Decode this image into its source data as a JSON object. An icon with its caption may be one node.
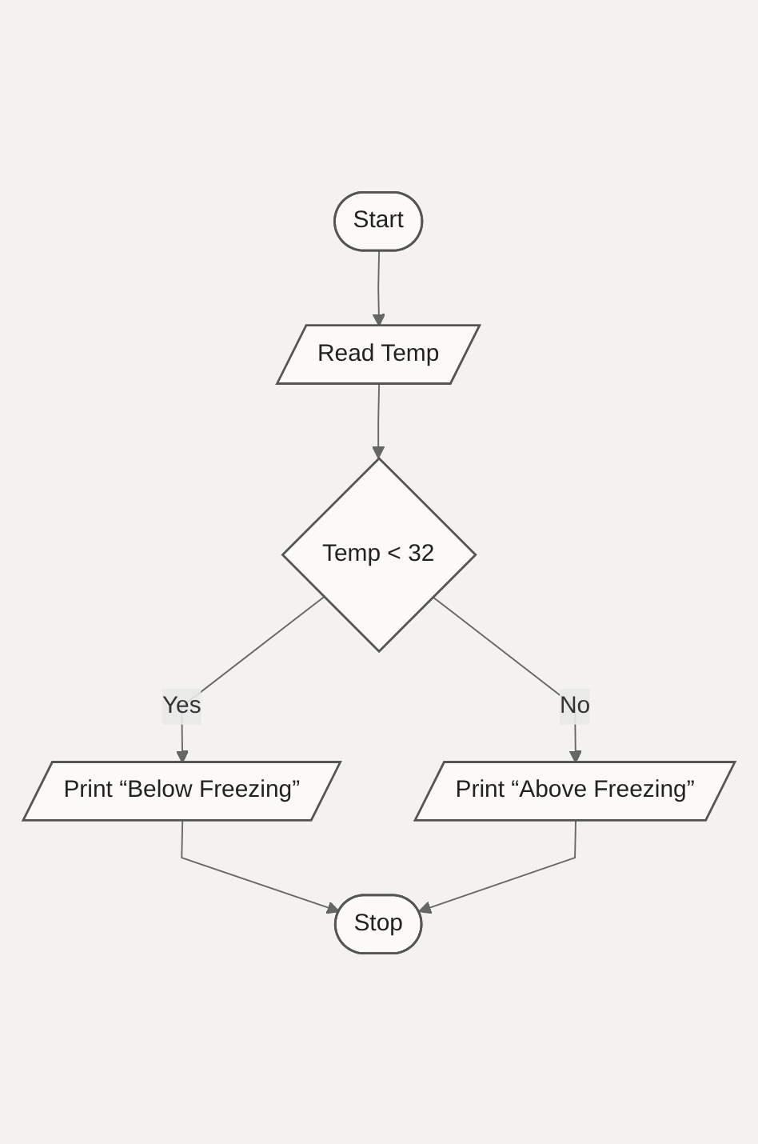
{
  "diagram": {
    "nodes": [
      {
        "text": [
          "Start"
        ]
      },
      {
        "text": [
          "Read Temp"
        ]
      },
      {
        "text": [
          "Temp < 32"
        ]
      },
      {
        "text": [
          "Print “Below Freezing”"
        ]
      },
      {
        "text": [
          "Print “Above Freezing”"
        ]
      },
      {
        "text": [
          "Stop"
        ]
      }
    ],
    "edges": [
      {
        "from": 0,
        "to": 1,
        "arrow": "to"
      },
      {
        "from": 1,
        "to": 2,
        "arrow": "to"
      },
      {
        "from": 2,
        "to": 3,
        "label": "Yes",
        "arrow": "to"
      },
      {
        "from": 2,
        "to": 4,
        "label": "No",
        "arrow": "to"
      },
      {
        "from": 3,
        "to": 5,
        "arrow": "to"
      },
      {
        "from": 4,
        "to": 5,
        "arrow": "to"
      }
    ]
  }
}
